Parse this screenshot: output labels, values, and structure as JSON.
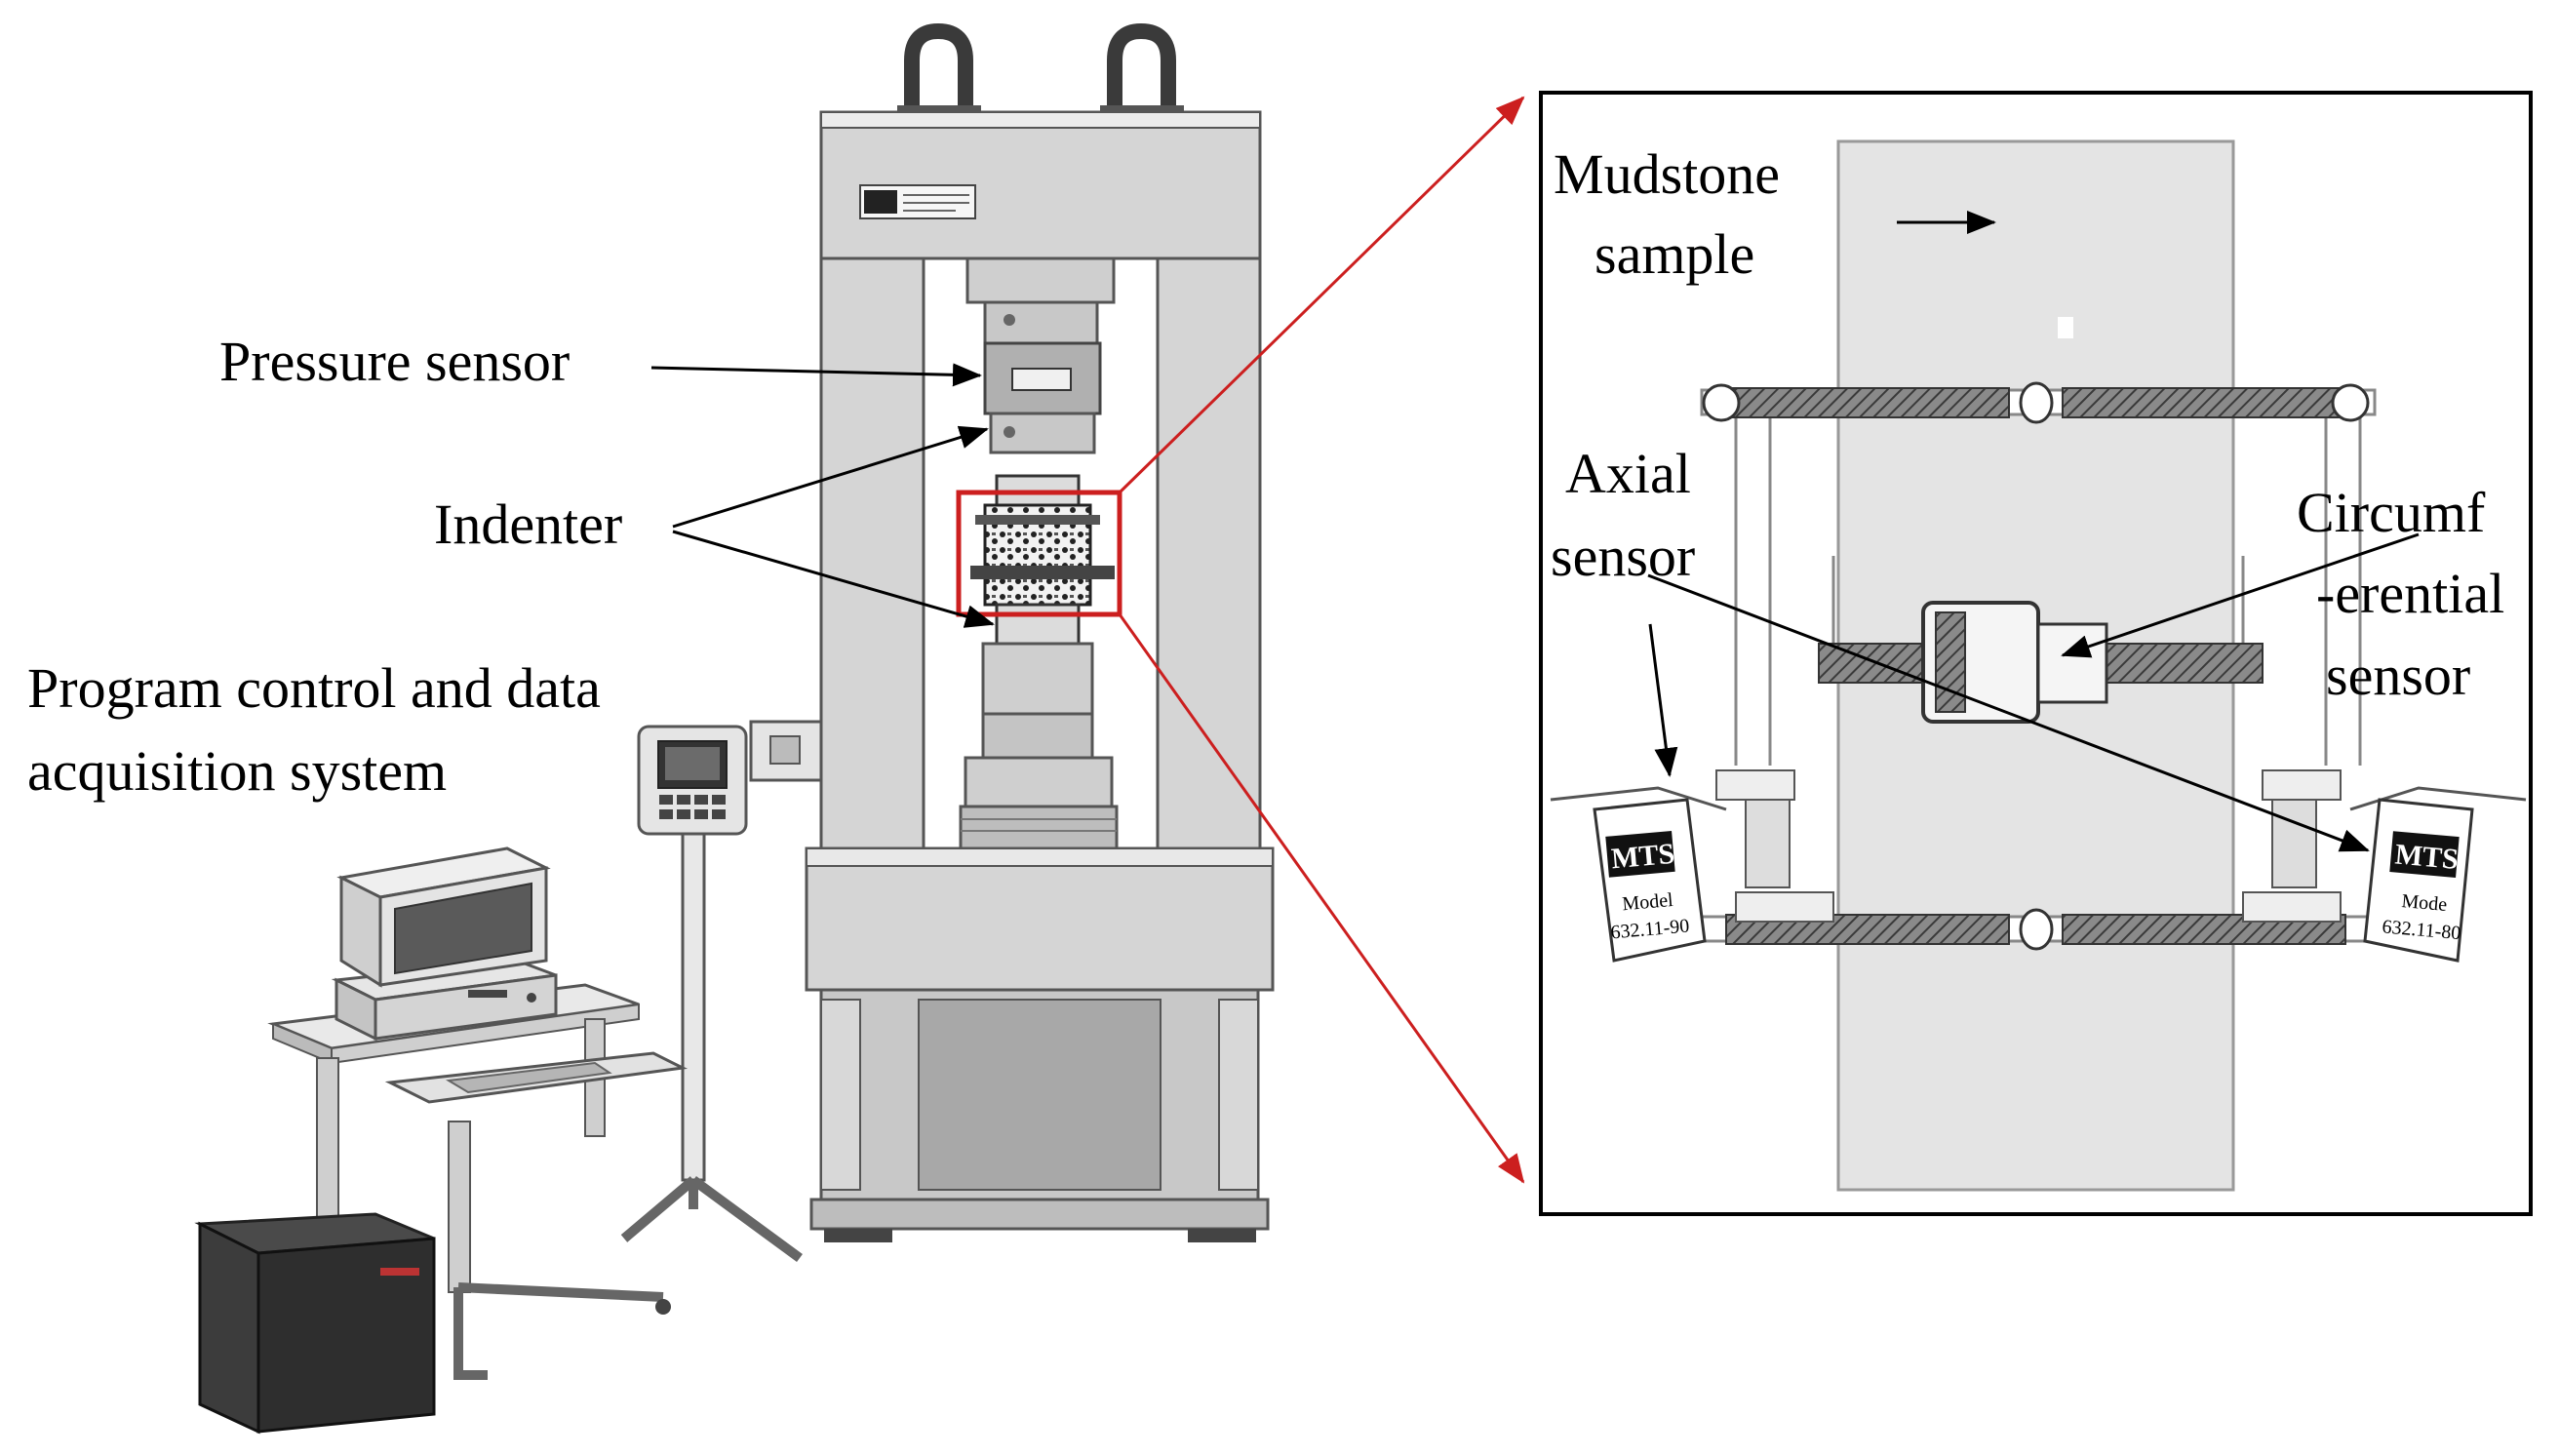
{
  "labels": {
    "pressure_sensor": "Pressure sensor",
    "indenter": "Indenter",
    "program_line1": "Program control and data",
    "program_line2": "acquisition system",
    "mudstone_line1": "Mudstone",
    "mudstone_line2": "sample",
    "axial_line1": "Axial",
    "axial_line2": "sensor",
    "circ_line1": "Circumf",
    "circ_line2": "-erential",
    "circ_line3": "sensor"
  },
  "device_text": {
    "brand": "MTS",
    "model_word_left": "Model",
    "model_word_right": "Mode",
    "model_number_left": "632.11-90",
    "model_number_right": "632.11-80"
  },
  "colors": {
    "highlight": "#cc1f1f",
    "frame_fill": "#d9d9d9",
    "frame_stroke": "#555555",
    "sample_fill": "#e4e4e4"
  }
}
